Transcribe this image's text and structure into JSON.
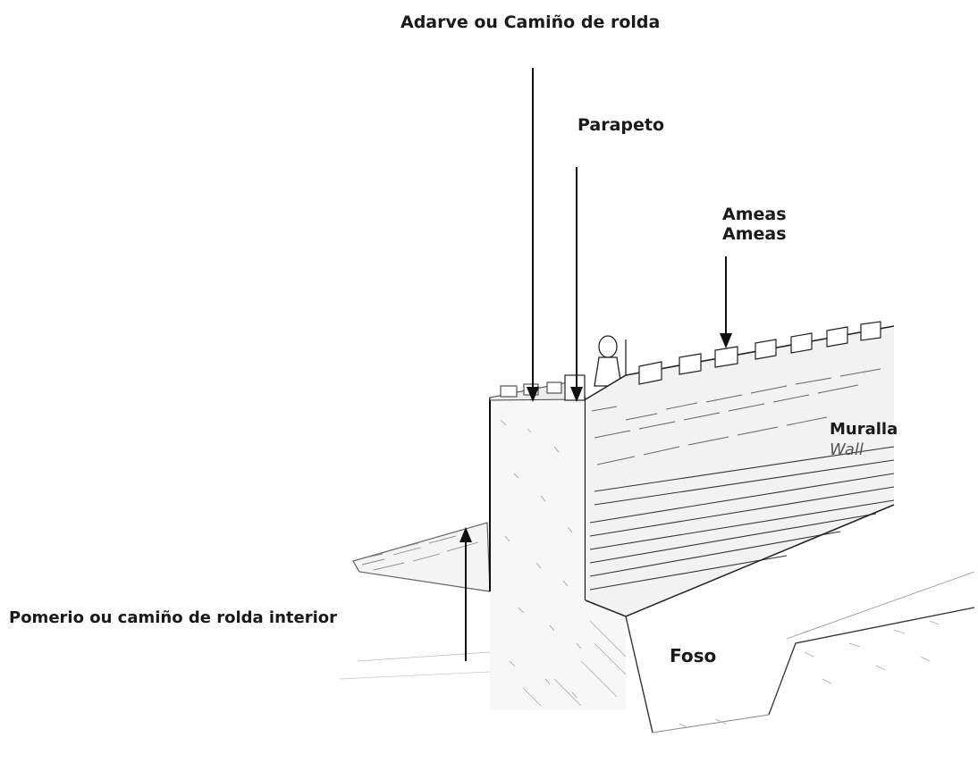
{
  "labels": {
    "adarve": "Adarve ou Camiño de rolda",
    "parapeto": "Parapeto",
    "ameas_1": "Ameas",
    "ameas_2": "Ameas",
    "muralla_1": "Muralla",
    "muralla_2": "Wall",
    "foso": "Foso",
    "pomerio": "Pomerio ou camiño de rolda interior"
  },
  "colors": {
    "ink": "#1a1a1a",
    "background": "#ffffff",
    "faint_ink": "#555555"
  }
}
